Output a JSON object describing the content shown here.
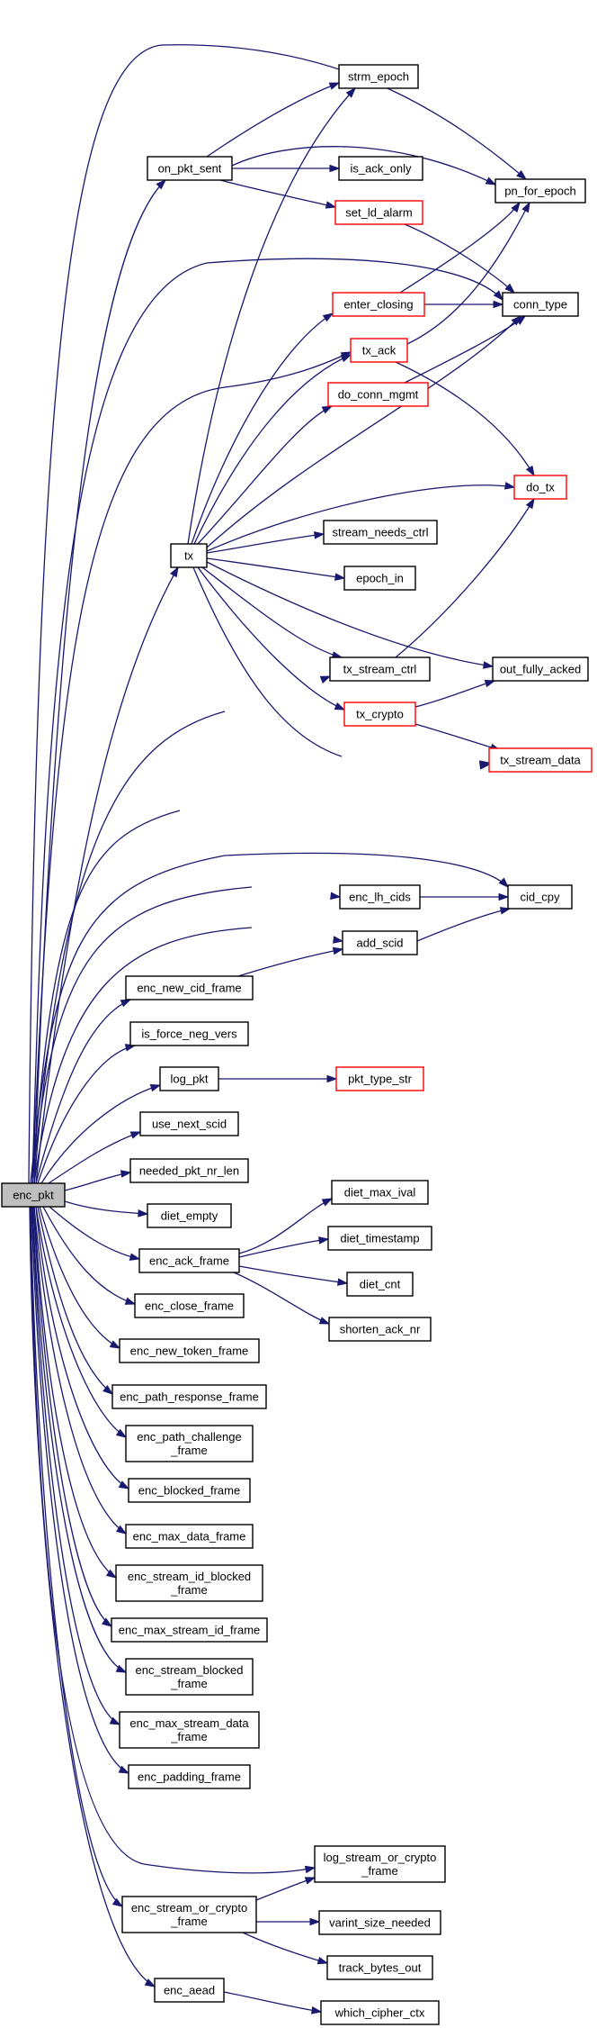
{
  "graph": {
    "nodes": [
      {
        "id": "enc_pkt",
        "label": [
          "enc_pkt"
        ],
        "root": true,
        "red": false
      },
      {
        "id": "on_pkt_sent",
        "label": [
          "on_pkt_sent"
        ],
        "red": false
      },
      {
        "id": "strm_epoch",
        "label": [
          "strm_epoch"
        ],
        "red": false
      },
      {
        "id": "is_ack_only",
        "label": [
          "is_ack_only"
        ],
        "red": false
      },
      {
        "id": "set_ld_alarm",
        "label": [
          "set_ld_alarm"
        ],
        "red": true
      },
      {
        "id": "pn_for_epoch",
        "label": [
          "pn_for_epoch"
        ],
        "red": false
      },
      {
        "id": "conn_type",
        "label": [
          "conn_type"
        ],
        "red": false
      },
      {
        "id": "enter_closing",
        "label": [
          "enter_closing"
        ],
        "red": true
      },
      {
        "id": "tx_ack",
        "label": [
          "tx_ack"
        ],
        "red": true
      },
      {
        "id": "do_conn_mgmt",
        "label": [
          "do_conn_mgmt"
        ],
        "red": true
      },
      {
        "id": "do_tx",
        "label": [
          "do_tx"
        ],
        "red": true
      },
      {
        "id": "tx",
        "label": [
          "tx"
        ],
        "red": false
      },
      {
        "id": "stream_needs_ctrl",
        "label": [
          "stream_needs_ctrl"
        ],
        "red": false
      },
      {
        "id": "epoch_in",
        "label": [
          "epoch_in"
        ],
        "red": false
      },
      {
        "id": "tx_stream_ctrl",
        "label": [
          "tx_stream_ctrl"
        ],
        "red": false
      },
      {
        "id": "out_fully_acked",
        "label": [
          "out_fully_acked"
        ],
        "red": false
      },
      {
        "id": "tx_crypto",
        "label": [
          "tx_crypto"
        ],
        "red": true
      },
      {
        "id": "tx_stream_data",
        "label": [
          "tx_stream_data"
        ],
        "red": true
      },
      {
        "id": "enc_lh_cids",
        "label": [
          "enc_lh_cids"
        ],
        "red": false
      },
      {
        "id": "cid_cpy",
        "label": [
          "cid_cpy"
        ],
        "red": false
      },
      {
        "id": "add_scid",
        "label": [
          "add_scid"
        ],
        "red": false
      },
      {
        "id": "enc_new_cid_frame",
        "label": [
          "enc_new_cid_frame"
        ],
        "red": false
      },
      {
        "id": "is_force_neg_vers",
        "label": [
          "is_force_neg_vers"
        ],
        "red": false
      },
      {
        "id": "log_pkt",
        "label": [
          "log_pkt"
        ],
        "red": false
      },
      {
        "id": "pkt_type_str",
        "label": [
          "pkt_type_str"
        ],
        "red": true
      },
      {
        "id": "use_next_scid",
        "label": [
          "use_next_scid"
        ],
        "red": false
      },
      {
        "id": "needed_pkt_nr_len",
        "label": [
          "needed_pkt_nr_len"
        ],
        "red": false
      },
      {
        "id": "diet_max_ival",
        "label": [
          "diet_max_ival"
        ],
        "red": false
      },
      {
        "id": "diet_empty",
        "label": [
          "diet_empty"
        ],
        "red": false
      },
      {
        "id": "diet_timestamp",
        "label": [
          "diet_timestamp"
        ],
        "red": false
      },
      {
        "id": "enc_ack_frame",
        "label": [
          "enc_ack_frame"
        ],
        "red": false
      },
      {
        "id": "diet_cnt",
        "label": [
          "diet_cnt"
        ],
        "red": false
      },
      {
        "id": "enc_close_frame",
        "label": [
          "enc_close_frame"
        ],
        "red": false
      },
      {
        "id": "shorten_ack_nr",
        "label": [
          "shorten_ack_nr"
        ],
        "red": false
      },
      {
        "id": "enc_new_token_frame",
        "label": [
          "enc_new_token_frame"
        ],
        "red": false
      },
      {
        "id": "enc_path_response_frame",
        "label": [
          "enc_path_response_frame"
        ],
        "red": false
      },
      {
        "id": "enc_path_challenge_frame",
        "label": [
          "enc_path_challenge",
          "_frame"
        ],
        "red": false
      },
      {
        "id": "enc_blocked_frame",
        "label": [
          "enc_blocked_frame"
        ],
        "red": false
      },
      {
        "id": "enc_max_data_frame",
        "label": [
          "enc_max_data_frame"
        ],
        "red": false
      },
      {
        "id": "enc_stream_id_blocked_frame",
        "label": [
          "enc_stream_id_blocked",
          "_frame"
        ],
        "red": false
      },
      {
        "id": "enc_max_stream_id_frame",
        "label": [
          "enc_max_stream_id_frame"
        ],
        "red": false
      },
      {
        "id": "enc_stream_blocked_frame",
        "label": [
          "enc_stream_blocked",
          "_frame"
        ],
        "red": false
      },
      {
        "id": "enc_max_stream_data_frame",
        "label": [
          "enc_max_stream_data",
          "_frame"
        ],
        "red": false
      },
      {
        "id": "enc_padding_frame",
        "label": [
          "enc_padding_frame"
        ],
        "red": false
      },
      {
        "id": "log_stream_or_crypto_frame",
        "label": [
          "log_stream_or_crypto",
          "_frame"
        ],
        "red": false
      },
      {
        "id": "enc_stream_or_crypto_frame",
        "label": [
          "enc_stream_or_crypto",
          "_frame"
        ],
        "red": false
      },
      {
        "id": "varint_size_needed",
        "label": [
          "varint_size_needed"
        ],
        "red": false
      },
      {
        "id": "track_bytes_out",
        "label": [
          "track_bytes_out"
        ],
        "red": false
      },
      {
        "id": "enc_aead",
        "label": [
          "enc_aead"
        ],
        "red": false
      },
      {
        "id": "which_cipher_ctx",
        "label": [
          "which_cipher_ctx"
        ],
        "red": false
      }
    ],
    "edges": [
      [
        "enc_pkt",
        "on_pkt_sent"
      ],
      [
        "enc_pkt",
        "pn_for_epoch"
      ],
      [
        "enc_pkt",
        "conn_type"
      ],
      [
        "enc_pkt",
        "tx_ack"
      ],
      [
        "enc_pkt",
        "tx"
      ],
      [
        "enc_pkt",
        "tx_stream_ctrl"
      ],
      [
        "enc_pkt",
        "tx_stream_data"
      ],
      [
        "enc_pkt",
        "cid_cpy"
      ],
      [
        "enc_pkt",
        "enc_lh_cids"
      ],
      [
        "enc_pkt",
        "add_scid"
      ],
      [
        "enc_pkt",
        "enc_new_cid_frame"
      ],
      [
        "enc_pkt",
        "is_force_neg_vers"
      ],
      [
        "enc_pkt",
        "log_pkt"
      ],
      [
        "enc_pkt",
        "use_next_scid"
      ],
      [
        "enc_pkt",
        "needed_pkt_nr_len"
      ],
      [
        "enc_pkt",
        "diet_empty"
      ],
      [
        "enc_pkt",
        "enc_ack_frame"
      ],
      [
        "enc_pkt",
        "enc_close_frame"
      ],
      [
        "enc_pkt",
        "enc_new_token_frame"
      ],
      [
        "enc_pkt",
        "enc_path_response_frame"
      ],
      [
        "enc_pkt",
        "enc_path_challenge_frame"
      ],
      [
        "enc_pkt",
        "enc_blocked_frame"
      ],
      [
        "enc_pkt",
        "enc_max_data_frame"
      ],
      [
        "enc_pkt",
        "enc_stream_id_blocked_frame"
      ],
      [
        "enc_pkt",
        "enc_max_stream_id_frame"
      ],
      [
        "enc_pkt",
        "enc_stream_blocked_frame"
      ],
      [
        "enc_pkt",
        "enc_max_stream_data_frame"
      ],
      [
        "enc_pkt",
        "enc_padding_frame"
      ],
      [
        "enc_pkt",
        "log_stream_or_crypto_frame"
      ],
      [
        "enc_pkt",
        "enc_stream_or_crypto_frame"
      ],
      [
        "enc_pkt",
        "enc_aead"
      ],
      [
        "on_pkt_sent",
        "strm_epoch"
      ],
      [
        "on_pkt_sent",
        "pn_for_epoch"
      ],
      [
        "on_pkt_sent",
        "is_ack_only"
      ],
      [
        "on_pkt_sent",
        "set_ld_alarm"
      ],
      [
        "set_ld_alarm",
        "conn_type"
      ],
      [
        "enter_closing",
        "pn_for_epoch"
      ],
      [
        "enter_closing",
        "conn_type"
      ],
      [
        "tx_ack",
        "pn_for_epoch"
      ],
      [
        "tx_ack",
        "do_tx"
      ],
      [
        "do_conn_mgmt",
        "conn_type"
      ],
      [
        "tx",
        "strm_epoch"
      ],
      [
        "tx",
        "enter_closing"
      ],
      [
        "tx",
        "tx_ack"
      ],
      [
        "tx",
        "do_conn_mgmt"
      ],
      [
        "tx",
        "conn_type"
      ],
      [
        "tx",
        "do_tx"
      ],
      [
        "tx",
        "stream_needs_ctrl"
      ],
      [
        "tx",
        "epoch_in"
      ],
      [
        "tx",
        "tx_stream_ctrl"
      ],
      [
        "tx",
        "out_fully_acked"
      ],
      [
        "tx",
        "tx_crypto"
      ],
      [
        "tx",
        "tx_stream_data"
      ],
      [
        "tx_stream_ctrl",
        "do_tx"
      ],
      [
        "tx_crypto",
        "out_fully_acked"
      ],
      [
        "tx_crypto",
        "tx_stream_data"
      ],
      [
        "enc_lh_cids",
        "cid_cpy"
      ],
      [
        "add_scid",
        "cid_cpy"
      ],
      [
        "enc_new_cid_frame",
        "add_scid"
      ],
      [
        "log_pkt",
        "pkt_type_str"
      ],
      [
        "enc_ack_frame",
        "diet_max_ival"
      ],
      [
        "enc_ack_frame",
        "diet_timestamp"
      ],
      [
        "enc_ack_frame",
        "diet_cnt"
      ],
      [
        "enc_ack_frame",
        "shorten_ack_nr"
      ],
      [
        "enc_stream_or_crypto_frame",
        "log_stream_or_crypto_frame"
      ],
      [
        "enc_stream_or_crypto_frame",
        "varint_size_needed"
      ],
      [
        "enc_stream_or_crypto_frame",
        "track_bytes_out"
      ],
      [
        "enc_aead",
        "which_cipher_ctx"
      ]
    ]
  }
}
